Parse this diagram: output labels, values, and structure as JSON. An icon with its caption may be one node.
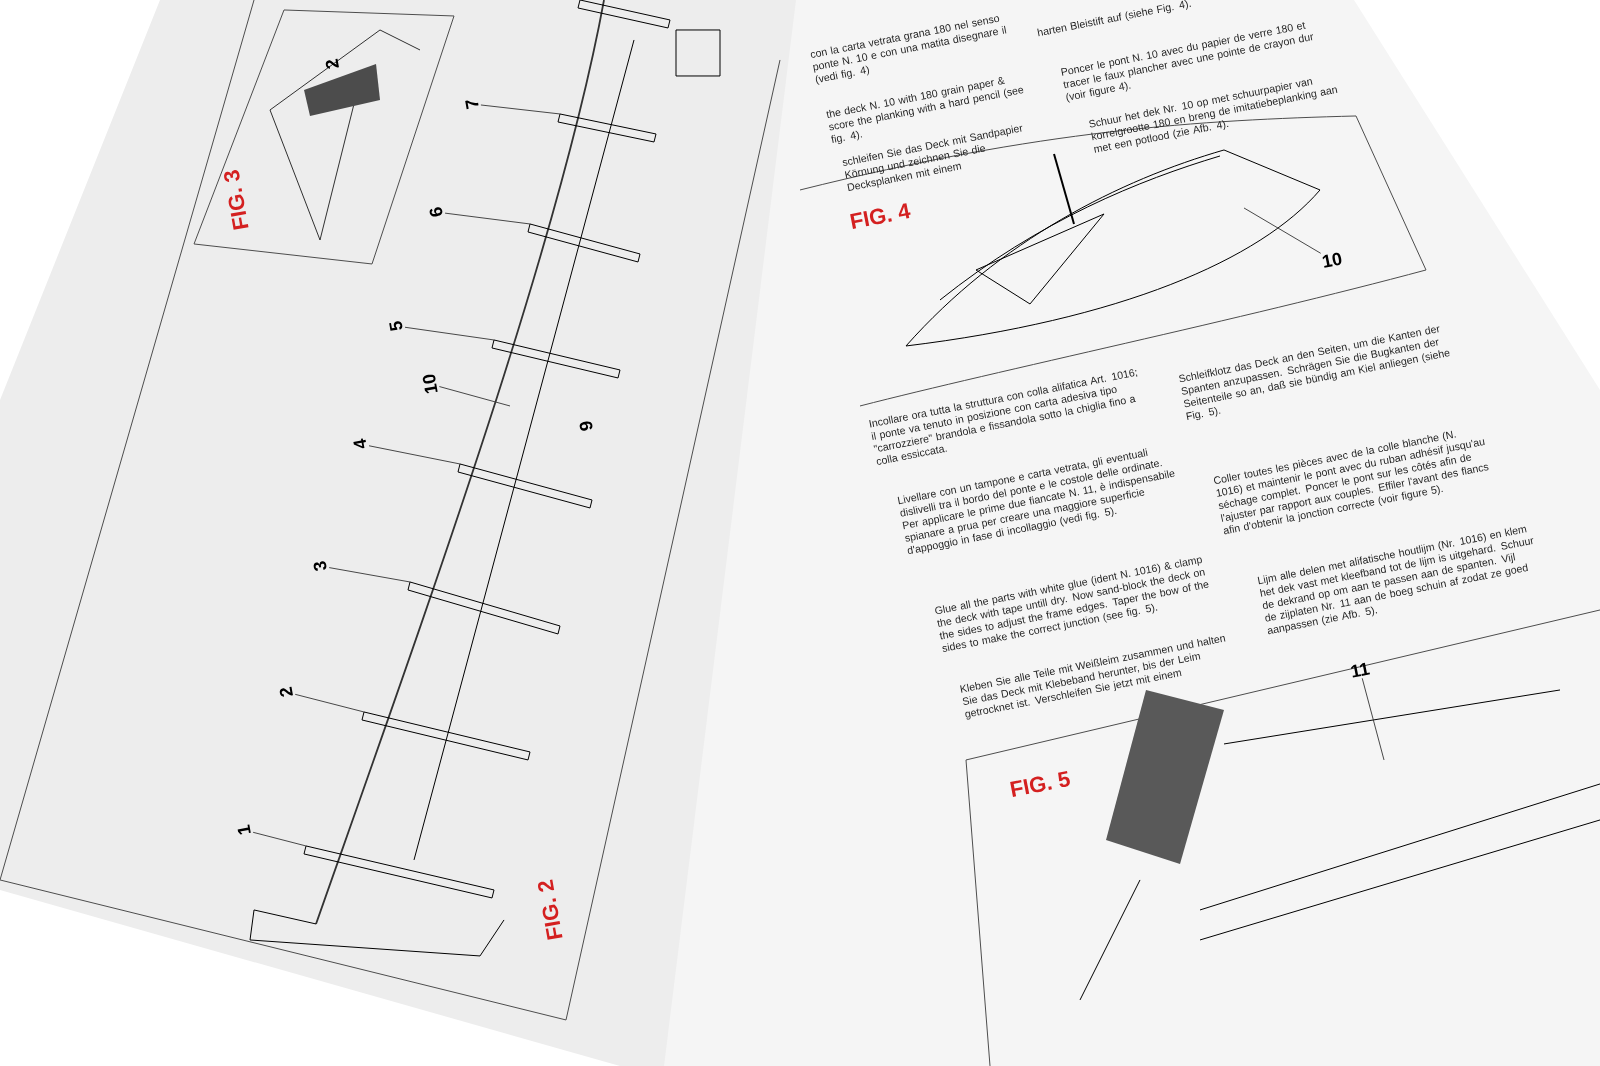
{
  "diagram": {
    "nodes": [
      {
        "text": [
          "1"
        ]
      },
      {
        "text": [
          "2"
        ]
      },
      {
        "text": [
          "3"
        ]
      },
      {
        "text": [
          "4"
        ]
      },
      {
        "text": [
          "5"
        ]
      },
      {
        "text": [
          "6"
        ]
      },
      {
        "text": [
          "7"
        ]
      },
      {
        "text": [
          "10"
        ]
      },
      {
        "text": [
          "10"
        ]
      },
      {
        "text": [
          "11"
        ]
      }
    ],
    "edges": [
      {
        "from": 0,
        "to": null,
        "arrow": "none"
      },
      {
        "from": 1,
        "to": null,
        "arrow": "none"
      },
      {
        "from": 2,
        "to": null,
        "arrow": "none"
      },
      {
        "from": 3,
        "to": null,
        "arrow": "none"
      },
      {
        "from": 4,
        "to": null,
        "arrow": "none"
      },
      {
        "from": 5,
        "to": null,
        "arrow": "none"
      },
      {
        "from": 6,
        "to": null,
        "arrow": "none"
      },
      {
        "from": 7,
        "to": null,
        "arrow": "none"
      },
      {
        "from": 8,
        "to": null,
        "arrow": "none"
      },
      {
        "from": 9,
        "to": null,
        "arrow": "none"
      }
    ],
    "labels": [
      "FIG. 3",
      "2",
      "9",
      "FIG. 2",
      "con la carta vetrata grana 180 nel senso ponte N. 10 e con una matita disegnare il (vedi fig. 4)",
      "the deck N. 10 with 180 grain paper & score the planking with a hard pencil (see fig. 4).",
      "schleifen Sie das Deck mit Sandpapier Körnung und zeichnen Sie die Decksplanken mit einem",
      "harten Bleistift auf (siehe Fig. 4).",
      "Poncer le pont N. 10 avec du papier de verre 180 et tracer le faux plancher avec une pointe de crayon dur (voir figure 4).",
      "Schuur het dek Nr. 10 op met schuurpapier van korrelgrootte 180 en breng de imitatiebeplanking aan met een potlood (zie Afb. 4).",
      "FIG. 4",
      "Incollare ora tutta la struttura con colla alifatica Art. 1016; il ponte va tenuto in posizione con carta adesiva tipo \"carrozziere\" brandola e fissandola sotto la chiglia fino a colla essiccata.",
      "Livellare con un tampone e carta vetrata, gli eventuali dislivelli tra il bordo del ponte e le costole delle ordinate. Per applicare le prime due fiancate N. 11, è indispensabile spianare a prua per creare una maggiore superficie d'appoggio in fase di incollaggio (vedi fig. 5).",
      "Glue all the parts with white glue (ident N. 1016) & clamp the deck with tape untill dry. Now sand-block the deck on the sides to adjust the frame edges. Taper the bow of the sides to make the correct junction (see fig. 5).",
      "Kleben Sie alle Teile mit Weißleim zusammen und halten Sie das Deck mit Klebeband herunter, bis der Leim getrocknet ist. Verschleifen Sie jetzt mit einem",
      "Schleifklotz das Deck an den Seiten, um die Kanten der Spanten anzupassen. Schrägen Sie die Bugkanten der Seitenteile so an, daß sie bündig am Kiel anliegen (siehe Fig. 5).",
      "Coller toutes les pièces avec de la colle blanche (N. 1016) et maintenir le pont avec du ruban adhésif jusqu'au séchage complet. Poncer le pont sur les côtés afin de l'ajuster par rapport aux couples. Effiler l'avant des flancs afin d'obtenir la jonction correcte (voir figure 5).",
      "Lijm alle delen met alifatische houtlijm (Nr. 1016) en klem het dek vast met kleefband tot de lijm is uitgehard. Schuur de dekrand op om aan te passen aan de spanten. Vijl de zijplaten Nr. 11 aan de boeg schuin af zodat ze goed aanpassen (zie Afb. 5).",
      "FIG. 5"
    ]
  }
}
